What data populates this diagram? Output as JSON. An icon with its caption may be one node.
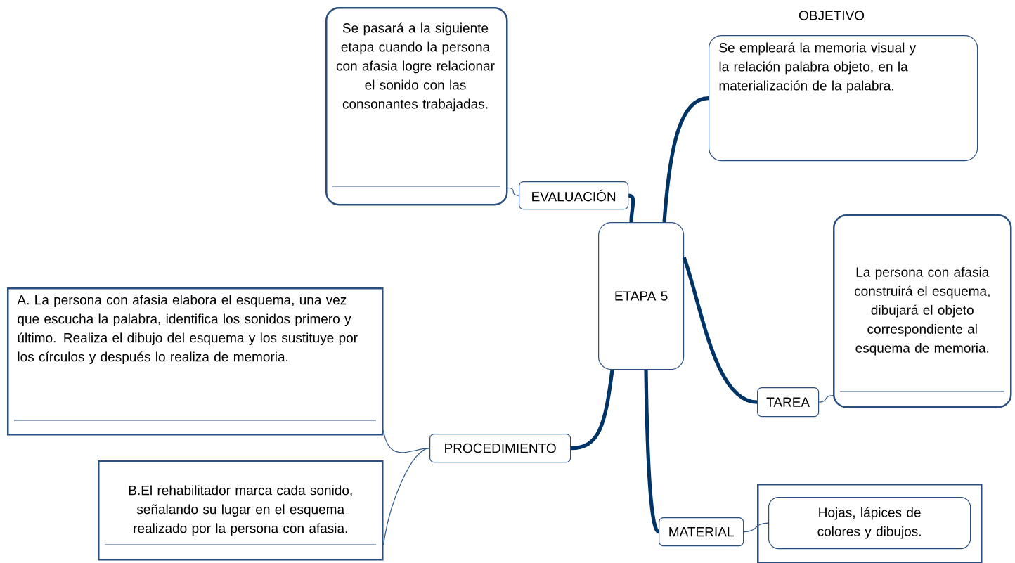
{
  "diagram": {
    "nodes": [
      {
        "text": [
          "ETAPA 5"
        ]
      },
      {
        "text": [
          "EVALUACIÓN"
        ]
      },
      {
        "text": [
          "Se pasará a la siguiente etapa cuando la persona con afasia logre relacionar el sonido con las consonantes trabajadas."
        ]
      },
      {
        "text": [
          "OBJETIVO",
          "Se empleará la memoria visual y la relación palabra objeto, en la materialización de la palabra."
        ]
      },
      {
        "text": [
          "TAREA"
        ]
      },
      {
        "text": [
          "La persona con afasia construirá el esquema, dibujará el objeto correspondiente al esquema de memoria."
        ]
      },
      {
        "text": [
          "PROCEDIMIENTO"
        ]
      },
      {
        "text": [
          "A. La persona con afasia elabora el esquema, una vez que escucha la palabra, identifica los sonidos primero y último. Realiza el dibujo del esquema y los sustituye por los círculos y después lo realiza de memoria."
        ]
      },
      {
        "text": [
          "B.El rehabilitador marca cada sonido, señalando su lugar en el esquema realizado por la persona con afasia."
        ]
      },
      {
        "text": [
          "MATERIAL"
        ]
      },
      {
        "text": [],
        "shape": "box"
      },
      {
        "text": [
          "Hojas, lápices de colores y dibujos."
        ],
        "in": 10
      }
    ],
    "edges": [
      {
        "from": 0,
        "to": 1,
        "arrow": "none",
        "style": "thick"
      },
      {
        "from": 1,
        "to": 2,
        "arrow": "none"
      },
      {
        "from": 0,
        "to": 3,
        "arrow": "none",
        "style": "thick"
      },
      {
        "from": 0,
        "to": 4,
        "arrow": "none",
        "style": "thick"
      },
      {
        "from": 4,
        "to": 5,
        "arrow": "none"
      },
      {
        "from": 0,
        "to": 6,
        "arrow": "none",
        "style": "thick"
      },
      {
        "from": 6,
        "to": 7,
        "arrow": "none"
      },
      {
        "from": 6,
        "to": 8,
        "arrow": "none"
      },
      {
        "from": 0,
        "to": 9,
        "arrow": "none",
        "style": "thick"
      },
      {
        "from": 9,
        "to": 11,
        "arrow": "none"
      }
    ]
  }
}
